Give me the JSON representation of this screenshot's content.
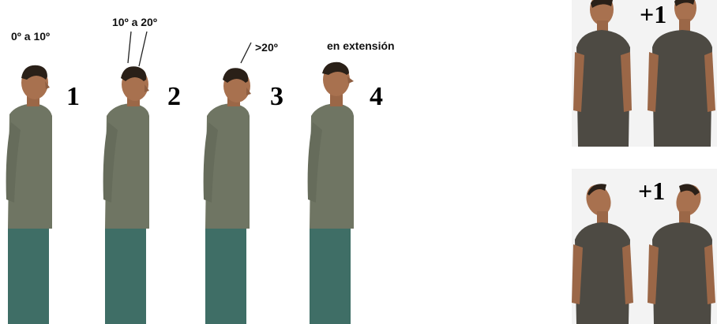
{
  "left_panel": {
    "labels": [
      "0º a 10º",
      "10º a 20º",
      ">20º",
      "en extensión"
    ],
    "numbers": [
      "1",
      "2",
      "3",
      "4"
    ]
  },
  "right_panel": {
    "top_label": "+1",
    "bottom_label": "+1"
  },
  "colors": {
    "shirt": "#6f7563",
    "pants": "#3f6e66",
    "skin": "#a8714f",
    "hair": "#2a2018",
    "dark_shirt": "#4d4a43"
  }
}
